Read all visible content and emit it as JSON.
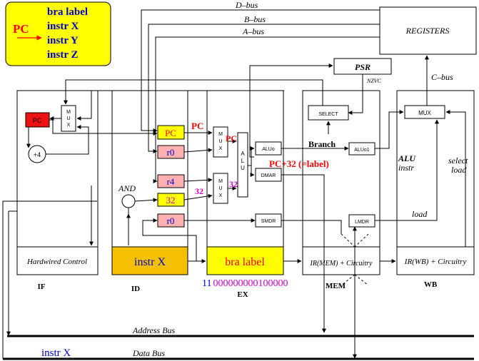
{
  "legend": {
    "pc_label": "PC",
    "lines": [
      "bra label",
      "instr X",
      "instr Y",
      "instr Z"
    ],
    "fill": "#ffff00",
    "text_color": "#0000cc",
    "pc_color": "#ff0000"
  },
  "buses": {
    "d_bus": "D–bus",
    "b_bus": "B–bus",
    "a_bus": "A–bus",
    "c_bus": "C–bus",
    "address_bus": "Address Bus",
    "data_bus": "Data Bus"
  },
  "units": {
    "registers": "REGISTERS",
    "psr": "PSR",
    "nzvc": "NZVC",
    "select": "SELECT",
    "mux": "MUX",
    "mux_vertical": [
      "M",
      "U",
      "X"
    ],
    "alu_vertical": [
      "A",
      "L",
      "U"
    ],
    "pc": "PC",
    "plus4": "+4",
    "and": "AND",
    "aluo": "ALUo",
    "aluo1": "ALUo1",
    "dmar": "DMAR",
    "smdr": "SMDR",
    "lmdr": "LMDR"
  },
  "registers_id": {
    "pc": "PC",
    "r0": "r0",
    "r4": "r4",
    "imm": "32",
    "r0b": "r0"
  },
  "annotations": {
    "pc_red": "PC",
    "pc_red2": "PC",
    "val32a": "32",
    "val32b": "32",
    "branch": "Branch",
    "pc32": "PC+32 (=label)",
    "alu_instr_1": "ALU",
    "alu_instr_2": "instr",
    "select_load_1": "select",
    "select_load_2": "load",
    "load": "load",
    "binary_prefix": "11",
    "binary_rest": "000000000100000"
  },
  "stages": {
    "if_box": "Hardwired Control",
    "id_box": "instr X",
    "ex_box": "bra label",
    "mem_box": "IR(MEM) + Circuitry",
    "wb_box": "IR(WB) + Circuitry",
    "if_label": "IF",
    "id_label": "ID",
    "ex_label": "EX",
    "mem_label": "MEM",
    "wb_label": "WB"
  },
  "data_bus_value": "instr X",
  "colors": {
    "pc_reg": "#ee1111",
    "yellow_reg": "#ffff00",
    "pink_reg": "#ffb0b0",
    "orange_box": "#f5c000",
    "ex_box": "#ffff00",
    "red_text": "#ff0000",
    "magenta_text": "#cc00cc",
    "blue_text": "#0000cc"
  }
}
